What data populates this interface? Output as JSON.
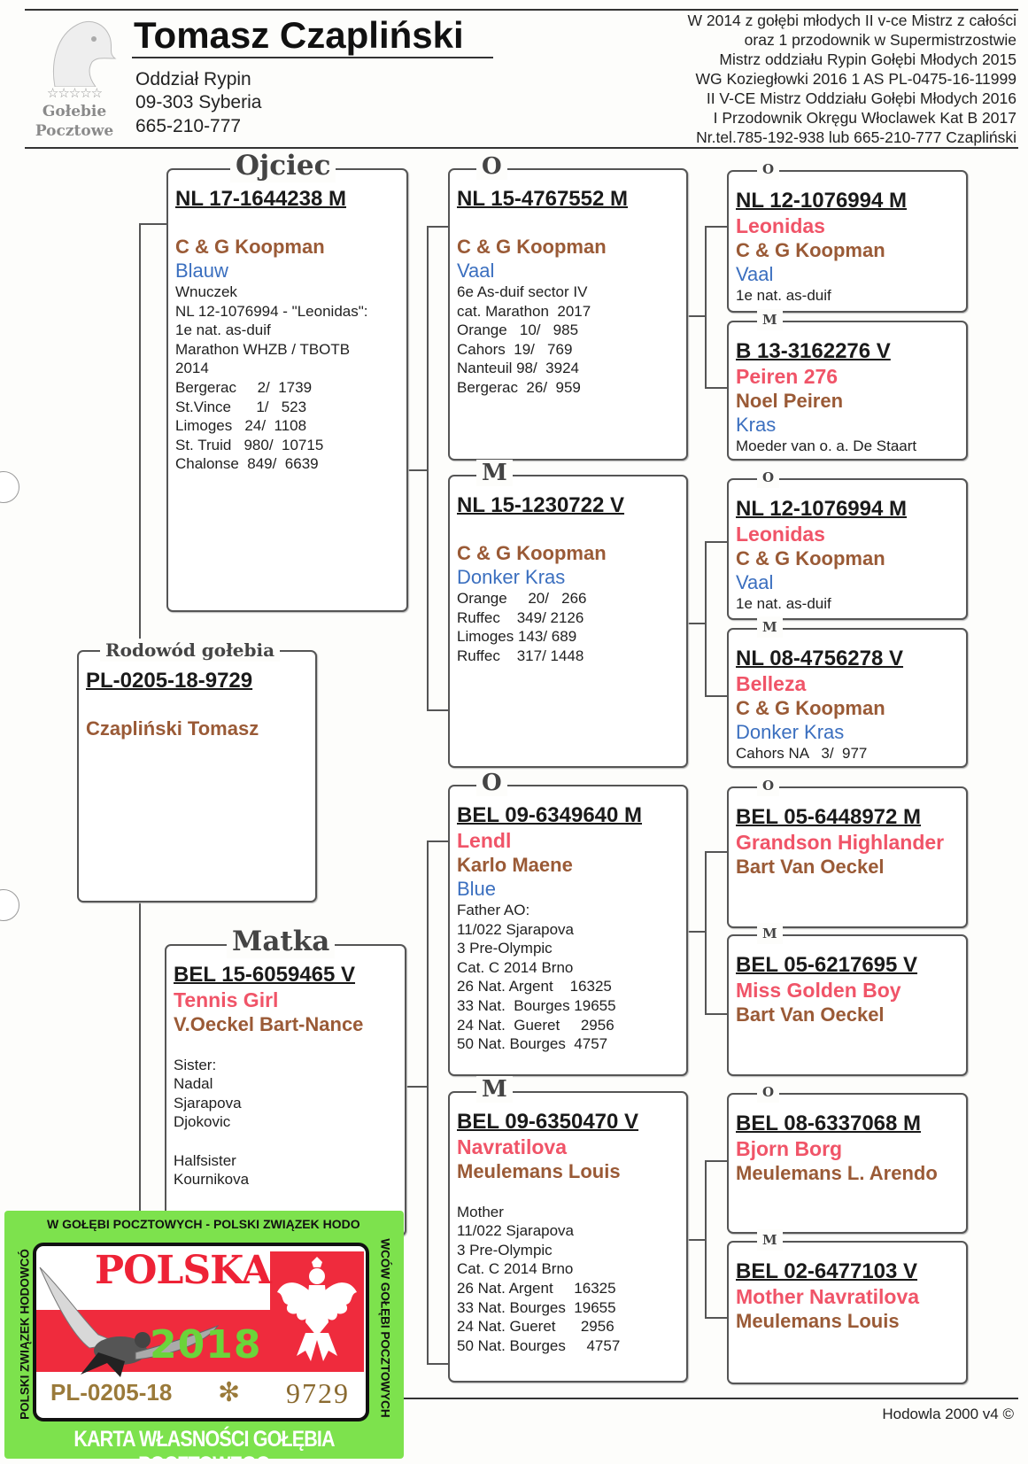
{
  "header": {
    "breeder_name": "Tomasz Czapliński",
    "address": [
      "Oddział Rypin",
      "09-303 Syberia",
      "665-210-777"
    ],
    "logo_text": [
      "Gołebie",
      "Pocztowe"
    ],
    "logo_stars": "☆☆☆☆☆",
    "achievements": [
      "W 2014 z gołębi młodych II v-ce Mistrz z całości",
      "oraz 1 przodownik w Supermistrzostwie",
      "Mistrz oddziału Rypin Gołębi Młodych 2015",
      "WG Koziegłowki 2016 1 AS PL-0475-16-11999",
      "II V-CE Mistrz Oddziału Gołębi Młodych 2016",
      "I Przodownik Okręgu Włoclawek Kat B 2017",
      "Nr.tel.785-192-938 lub 665-210-777 Czapliński"
    ]
  },
  "pedigree": [
    {
      "label": "Ojciec",
      "ring": "NL 17-1644238 M",
      "breeder": "C & G Koopman",
      "colour": "Blauw",
      "notes": [
        "Wnuczek",
        "NL 12-1076994 - \"Leonidas\":",
        "1e nat. as-duif",
        "Marathon WHZB / TBOTB",
        "2014",
        "Bergerac     2/  1739",
        "St.Vince      1/   523",
        "Limoges   24/  1108",
        "St. Truid   980/  10715",
        "Chalonse  849/  6639"
      ]
    },
    {
      "label": "Matka",
      "ring": "BEL 15-6059465 V",
      "name": "Tennis Girl",
      "breeder": "V.Oeckel Bart-Nance",
      "notes": [
        "",
        "Sister:",
        "Nadal",
        "Sjarapova",
        "Djokovic",
        "",
        "Halfsister",
        "Kournikova"
      ]
    },
    {
      "label": "Rodowód gołebia",
      "ring": "PL-0205-18-9729",
      "breeder": "Czapliński Tomasz"
    },
    {
      "label": "O",
      "ring": "NL 15-4767552 M",
      "breeder": "C & G Koopman",
      "colour": "Vaal",
      "notes": [
        "6e As-duif sector IV",
        "cat. Marathon  2017",
        "Orange   10/   985",
        "Cahors  19/   769",
        "Nanteuil 98/  3924",
        "Bergerac  26/  959"
      ]
    },
    {
      "label": "M",
      "ring": "NL 15-1230722 V",
      "breeder": "C & G Koopman",
      "colour": "Donker Kras",
      "notes": [
        "Orange     20/   266",
        "Ruffec    349/ 2126",
        "Limoges 143/ 689",
        "Ruffec    317/ 1448"
      ]
    },
    {
      "label": "O",
      "ring": "BEL 09-6349640 M",
      "name": "Lendl",
      "breeder": "Karlo Maene",
      "colour": "Blue",
      "notes": [
        "Father AO:",
        "11/022 Sjarapova",
        "3 Pre-Olympic",
        "Cat. C 2014 Brno",
        "26 Nat. Argent    16325",
        "33 Nat.  Bourges 19655",
        "24 Nat.  Gueret     2956",
        "50 Nat. Bourges  4757"
      ]
    },
    {
      "label": "M",
      "ring": "BEL 09-6350470 V",
      "name": "Navratilova",
      "breeder": "Meulemans Louis",
      "notes": [
        "",
        "Mother",
        "11/022 Sjarapova",
        "3 Pre-Olympic",
        "Cat. C 2014 Brno",
        "26 Nat. Argent     16325",
        "33 Nat. Bourges  19655",
        "24 Nat. Gueret      2956",
        "50 Nat. Bourges     4757"
      ]
    },
    {
      "label": "O",
      "ring": "NL 12-1076994 M",
      "name": "Leonidas",
      "breeder": "C & G Koopman",
      "colour": "Vaal",
      "notes": [
        "1e nat. as-duif"
      ]
    },
    {
      "label": "M",
      "ring": "B 13-3162276 V",
      "name": "Peiren 276",
      "breeder": "Noel Peiren",
      "colour": "Kras",
      "notes": [
        "Moeder van o. a. De Staart"
      ]
    },
    {
      "label": "O",
      "ring": "NL 12-1076994 M",
      "name": "Leonidas",
      "breeder": "C & G Koopman",
      "colour": "Vaal",
      "notes": [
        "1e nat. as-duif"
      ]
    },
    {
      "label": "M",
      "ring": "NL 08-4756278 V",
      "name": "Belleza",
      "breeder": "C & G Koopman",
      "colour": "Donker Kras",
      "notes": [
        "Cahors NA   3/  977"
      ]
    },
    {
      "label": "O",
      "ring": "BEL 05-6448972 M",
      "name": "Grandson Highlander",
      "breeder": "Bart Van Oeckel"
    },
    {
      "label": "M",
      "ring": "BEL 05-6217695 V",
      "name": "Miss Golden Boy",
      "breeder": "Bart Van Oeckel"
    },
    {
      "label": "O",
      "ring": "BEL 08-6337068 M",
      "name": "Bjorn Borg",
      "breeder": "Meulemans L. Arendo"
    },
    {
      "label": "M",
      "ring": "BEL 02-6477103 V",
      "name": "Mother Navratilova",
      "breeder": "Meulemans Louis"
    }
  ],
  "ring_card": {
    "top_text": "W GOŁĘBI POCZTOWYCH -  POLSKI ZWIĄZEK HODO",
    "left_text": "POLSKI  ZWIĄZEK HODOWCÓ",
    "right_text": "WCÓW GOŁĘBI POCZTOWYCH",
    "country": "POLSKA",
    "year": "2018",
    "ring_prefix": "PL-0205-18",
    "ring_separator": "✻",
    "ring_number": "9729",
    "bottom_text": "KARTA WŁASNOŚCI GOŁĘBIA POCZTOWEGO"
  },
  "footer": {
    "software": "Hodowla 2000 v4 ©"
  },
  "colors": {
    "ring": "#1a1a1a",
    "name": "#f05468",
    "breeder": "#9a5a36",
    "colour": "#3b6fbf",
    "card_green": "#7de24d",
    "card_red": "#ef2b3d"
  }
}
